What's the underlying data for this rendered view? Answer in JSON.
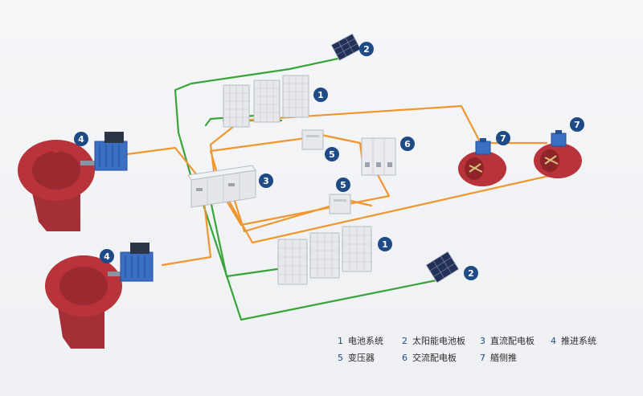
{
  "badges": {
    "b2_top": "2",
    "b1_top": "1",
    "b4_top": "4",
    "b3": "3",
    "b5_top": "5",
    "b6": "6",
    "b7_a": "7",
    "b7_b": "7",
    "b5_bottom": "5",
    "b4_bottom": "4",
    "b1_bottom": "1",
    "b2_bottom": "2"
  },
  "legend": [
    {
      "num": "1",
      "label": "电池系统"
    },
    {
      "num": "2",
      "label": "太阳能电池板"
    },
    {
      "num": "3",
      "label": "直流配电板"
    },
    {
      "num": "4",
      "label": "推进系统"
    },
    {
      "num": "5",
      "label": "变压器"
    },
    {
      "num": "6",
      "label": "交流配电板"
    },
    {
      "num": "7",
      "label": "艏侧推"
    }
  ],
  "colors": {
    "orange_line": "#f0962e",
    "green_line": "#3aa43a",
    "badge": "#1e4a86",
    "motor_red": "#b8343a",
    "motor_blue": "#3a6fc4",
    "cabinet": "#e3e5e8"
  }
}
